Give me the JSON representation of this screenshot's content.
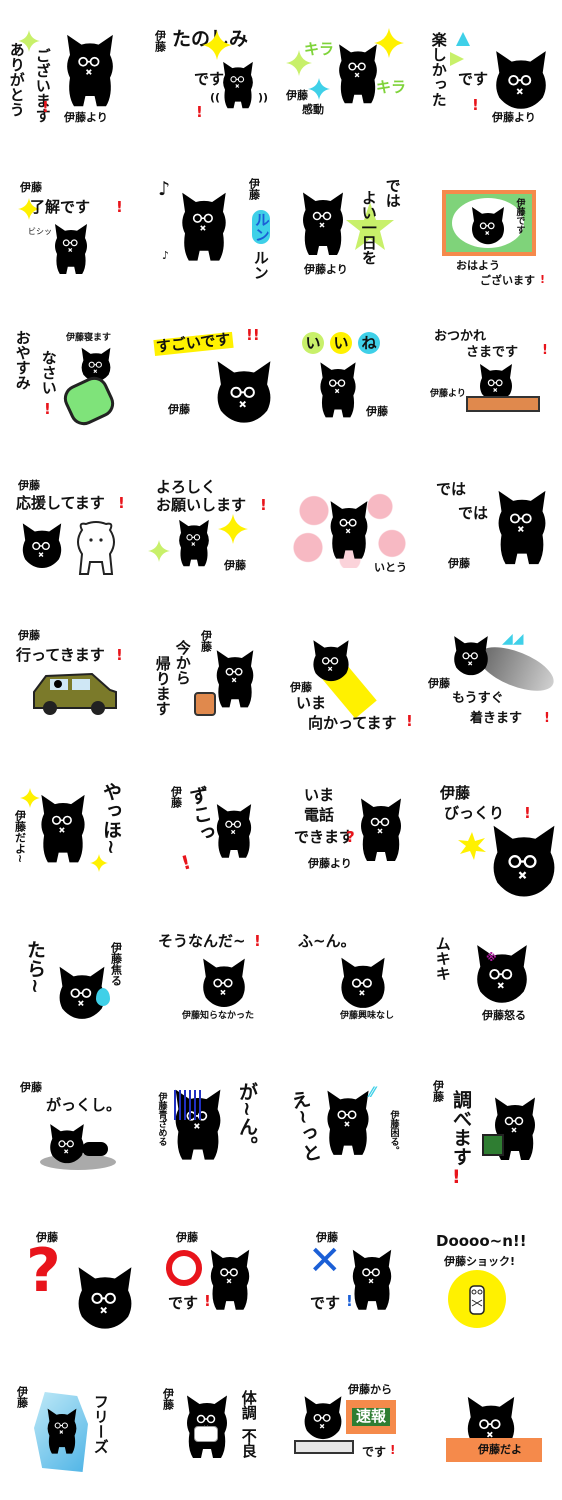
{
  "colors": {
    "cat": "#000000",
    "yellow": "#fff100",
    "lime": "#c8f06a",
    "cyan": "#3fd0e8",
    "red": "#e8141b",
    "blue": "#1b5fd6",
    "pink": "#f7b9c3",
    "green_board": "#2f7d32",
    "orange_panel": "#f58a4b",
    "olive_car": "#7b7a2a"
  },
  "stickers": [
    {
      "lines": [
        "ありがとう",
        "ございます",
        "!"
      ],
      "sub": "伊藤より"
    },
    {
      "name": "伊藤",
      "lines": [
        "たのしみ",
        "です",
        "!"
      ],
      "sfx": "((",
      "sfx2": "))"
    },
    {
      "lines": [
        "キラ",
        "キラ"
      ],
      "sub": "伊藤",
      "sub2": "感動"
    },
    {
      "lines": [
        "楽しかった",
        "です",
        "!"
      ],
      "sub": "伊藤より"
    },
    {
      "name": "伊藤",
      "lines": [
        "了解です",
        "!"
      ],
      "sfx": "ビシッ"
    },
    {
      "name": "伊藤",
      "lines": [
        "ルン",
        "ルン"
      ]
    },
    {
      "lines": [
        "では",
        "よい一日を"
      ],
      "sub": "伊藤より"
    },
    {
      "name": "伊藤です",
      "lines": [
        "おはよう",
        "ございます",
        "!"
      ]
    },
    {
      "name": "伊藤寝ます",
      "lines": [
        "おやすみ",
        "なさい",
        "!"
      ]
    },
    {
      "name": "伊藤",
      "lines": [
        "すごいです",
        "!!"
      ]
    },
    {
      "name": "伊藤",
      "lines": [
        "い",
        "い",
        "ね"
      ]
    },
    {
      "name": "伊藤より",
      "lines": [
        "おつかれ",
        "さまです",
        "!"
      ]
    },
    {
      "name": "伊藤",
      "lines": [
        "応援してます",
        "!"
      ]
    },
    {
      "name": "伊藤",
      "lines": [
        "よろしく",
        "お願いします",
        "!"
      ]
    },
    {
      "name": "いとう",
      "lines": []
    },
    {
      "name": "伊藤",
      "lines": [
        "では",
        "では"
      ]
    },
    {
      "name": "伊藤",
      "lines": [
        "行ってきます",
        "!"
      ]
    },
    {
      "name": "伊藤",
      "lines": [
        "今から",
        "帰ります"
      ]
    },
    {
      "name": "伊藤",
      "lines": [
        "いま",
        "向かってます",
        "!"
      ]
    },
    {
      "name": "伊藤",
      "lines": [
        "もうすぐ",
        "着きます",
        "!"
      ]
    },
    {
      "name": "伊藤だよ~",
      "lines": [
        "やっほ~"
      ]
    },
    {
      "name": "伊藤",
      "lines": [
        "ずこっ",
        "!"
      ]
    },
    {
      "name": "伊藤より",
      "lines": [
        "いま",
        "電話",
        "できます",
        "?"
      ]
    },
    {
      "name": "伊藤",
      "lines": [
        "びっくり",
        "!"
      ]
    },
    {
      "name": "伊藤焦る",
      "lines": [
        "たら~"
      ]
    },
    {
      "name": "伊藤知らなかった",
      "lines": [
        "そうなんだ~",
        "!"
      ]
    },
    {
      "name": "伊藤興味なし",
      "lines": [
        "ふ~ん。"
      ]
    },
    {
      "name": "伊藤怒る",
      "lines": [
        "ムキキ"
      ]
    },
    {
      "name": "伊藤",
      "lines": [
        "がっくし。"
      ]
    },
    {
      "name": "伊藤青ざめる",
      "lines": [
        "が~ん。"
      ]
    },
    {
      "name": "伊藤困る。",
      "lines": [
        "え~っと"
      ]
    },
    {
      "name": "伊藤",
      "lines": [
        "調べます",
        "!"
      ]
    },
    {
      "name": "伊藤",
      "lines": [
        "?"
      ]
    },
    {
      "name": "伊藤",
      "lines": [
        "です",
        "!"
      ]
    },
    {
      "name": "伊藤",
      "lines": [
        "です",
        "!"
      ]
    },
    {
      "name": "伊藤ショック!",
      "lines": [
        "Doooo~n!!"
      ]
    },
    {
      "name": "伊藤",
      "lines": [
        "フリーズ"
      ]
    },
    {
      "name": "伊藤",
      "lines": [
        "体調",
        "不良"
      ]
    },
    {
      "name": "伊藤から",
      "lines": [
        "速報",
        "です",
        "!"
      ]
    },
    {
      "name": "伊藤だよ",
      "lines": []
    }
  ]
}
